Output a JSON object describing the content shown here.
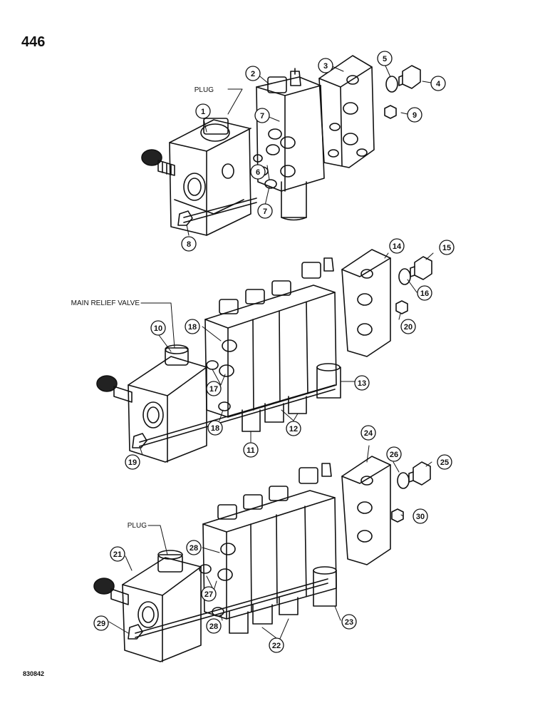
{
  "page_number": "446",
  "document_code": "830842",
  "labels": {
    "plug_top": "PLUG",
    "main_relief_valve": "MAIN RELIEF VALVE",
    "plug_bottom": "PLUG"
  },
  "callouts": [
    "1",
    "2",
    "3",
    "4",
    "5",
    "6",
    "7",
    "7",
    "8",
    "9",
    "10",
    "11",
    "12",
    "13",
    "14",
    "15",
    "16",
    "17",
    "18",
    "18",
    "19",
    "20",
    "21",
    "22",
    "23",
    "24",
    "25",
    "26",
    "27",
    "28",
    "28",
    "29",
    "30"
  ]
}
